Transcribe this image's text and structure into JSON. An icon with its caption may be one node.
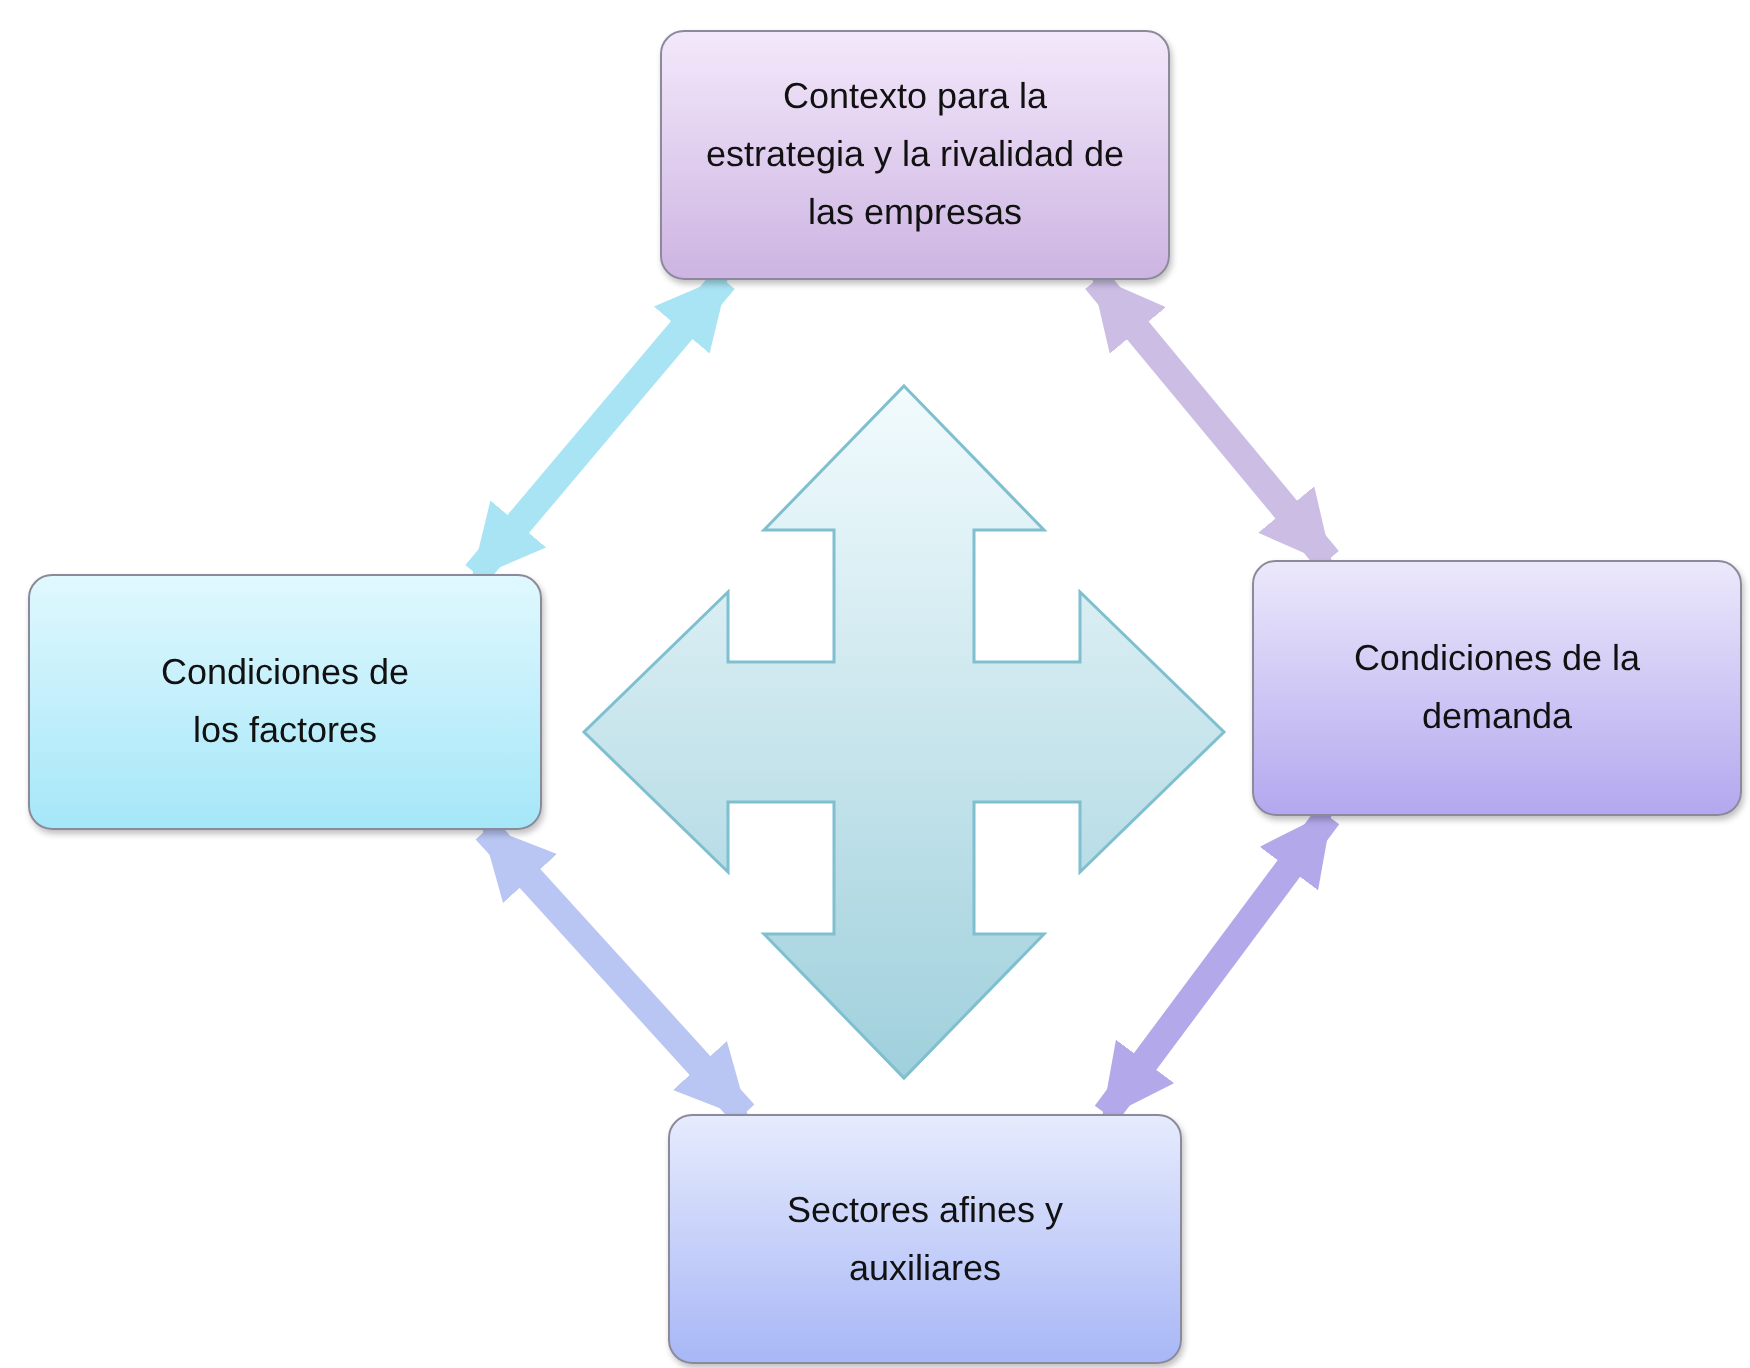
{
  "diagram": {
    "nodes": [
      {
        "text": [
          "Contexto para la estrategia y la rivalidad de las empresas"
        ]
      },
      {
        "text": [
          "Condiciones de los factores"
        ]
      },
      {
        "text": [
          "Condiciones de la demanda"
        ]
      },
      {
        "text": [
          "Sectores afines y auxiliares"
        ]
      }
    ],
    "edges": [
      {
        "from": 0,
        "to": 1,
        "arrow": "both",
        "color": "#a9e4f5"
      },
      {
        "from": 0,
        "to": 2,
        "arrow": "both",
        "color": "#cbbde3"
      },
      {
        "from": 1,
        "to": 3,
        "arrow": "both",
        "color": "#b9c5f2"
      },
      {
        "from": 2,
        "to": 3,
        "arrow": "both",
        "color": "#b3a9ea"
      }
    ]
  }
}
